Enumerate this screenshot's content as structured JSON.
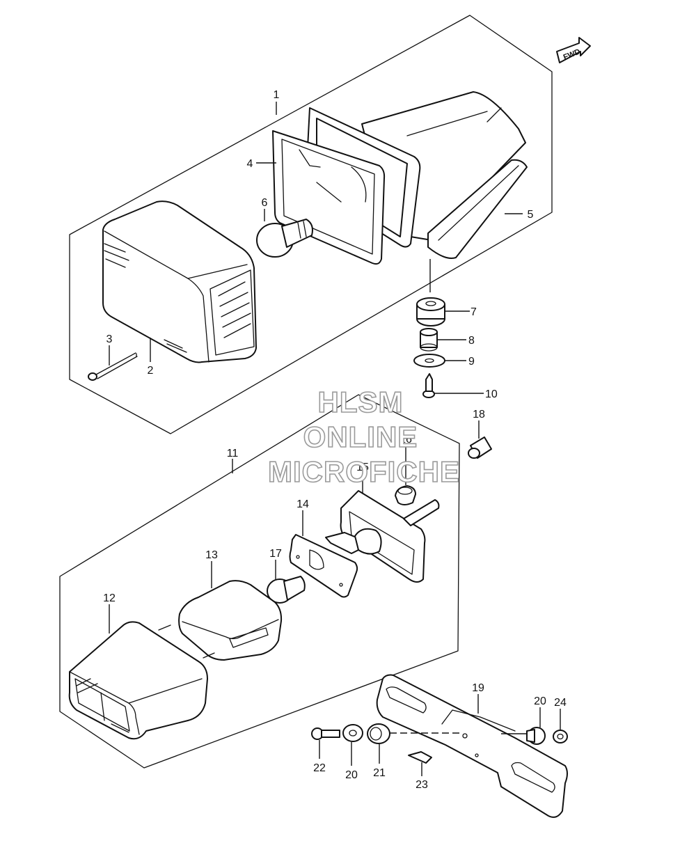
{
  "watermark": {
    "line1": "HLSM",
    "line2": "ONLINE",
    "line3": "MICROFICHE"
  },
  "direction_badge": "FWD",
  "callouts": [
    {
      "id": "1",
      "label": "1"
    },
    {
      "id": "2",
      "label": "2"
    },
    {
      "id": "3",
      "label": "3"
    },
    {
      "id": "4",
      "label": "4"
    },
    {
      "id": "5",
      "label": "5"
    },
    {
      "id": "6",
      "label": "6"
    },
    {
      "id": "7",
      "label": "7"
    },
    {
      "id": "8",
      "label": "8"
    },
    {
      "id": "9",
      "label": "9"
    },
    {
      "id": "10",
      "label": "10"
    },
    {
      "id": "11",
      "label": "11"
    },
    {
      "id": "12",
      "label": "12"
    },
    {
      "id": "13",
      "label": "13"
    },
    {
      "id": "14",
      "label": "14"
    },
    {
      "id": "15",
      "label": "15"
    },
    {
      "id": "16",
      "label": "16"
    },
    {
      "id": "17",
      "label": "17"
    },
    {
      "id": "18",
      "label": "18"
    },
    {
      "id": "19",
      "label": "19"
    },
    {
      "id": "20a",
      "label": "20"
    },
    {
      "id": "20b",
      "label": "20"
    },
    {
      "id": "21",
      "label": "21"
    },
    {
      "id": "22",
      "label": "22"
    },
    {
      "id": "23",
      "label": "23"
    },
    {
      "id": "24",
      "label": "24"
    }
  ],
  "colors": {
    "line": "#111111",
    "background": "#ffffff",
    "watermark_outline": "#9a9a9a"
  }
}
